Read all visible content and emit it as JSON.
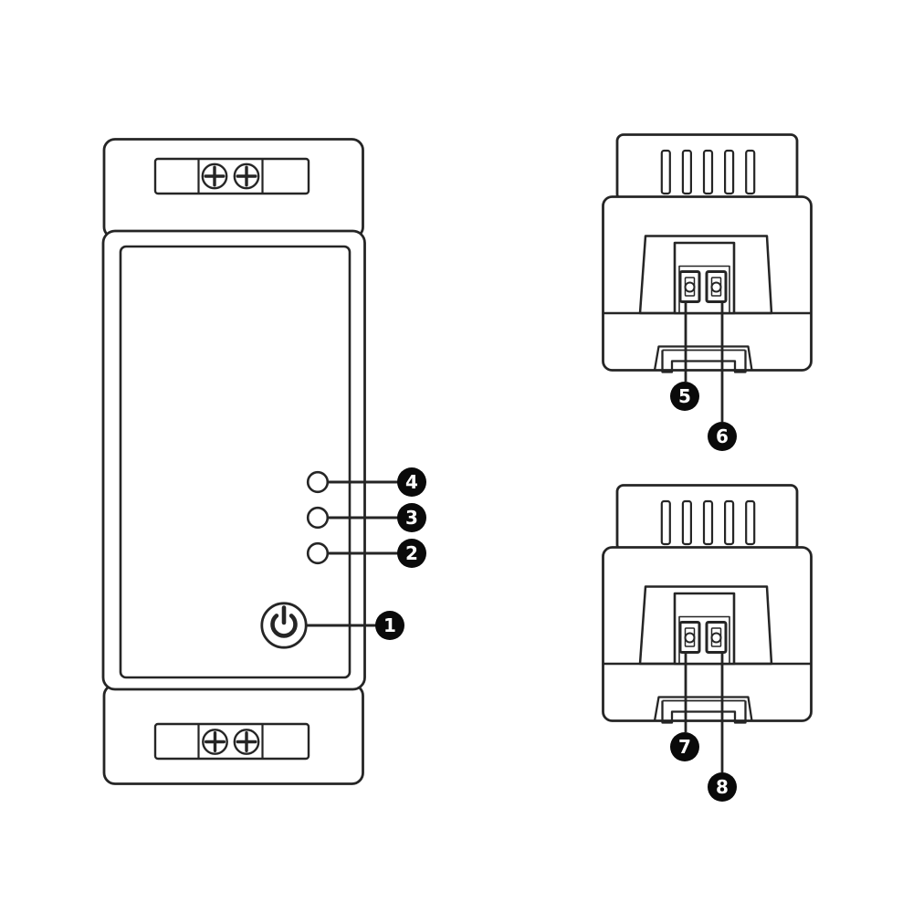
{
  "colors": {
    "background": "#ffffff",
    "line": "#252525",
    "badge_bg": "#0a0a0a",
    "badge_text": "#ffffff"
  },
  "icons": {
    "power_button": "power-icon",
    "screws": "phillips-screw-icon",
    "leds": "led-indicator-circle"
  },
  "callouts": {
    "power_button": "1",
    "led_bottom": "2",
    "led_middle": "3",
    "led_top": "4",
    "module1_left_terminal": "5",
    "module1_right_terminal": "6",
    "module2_left_terminal": "7",
    "module2_right_terminal": "8"
  }
}
